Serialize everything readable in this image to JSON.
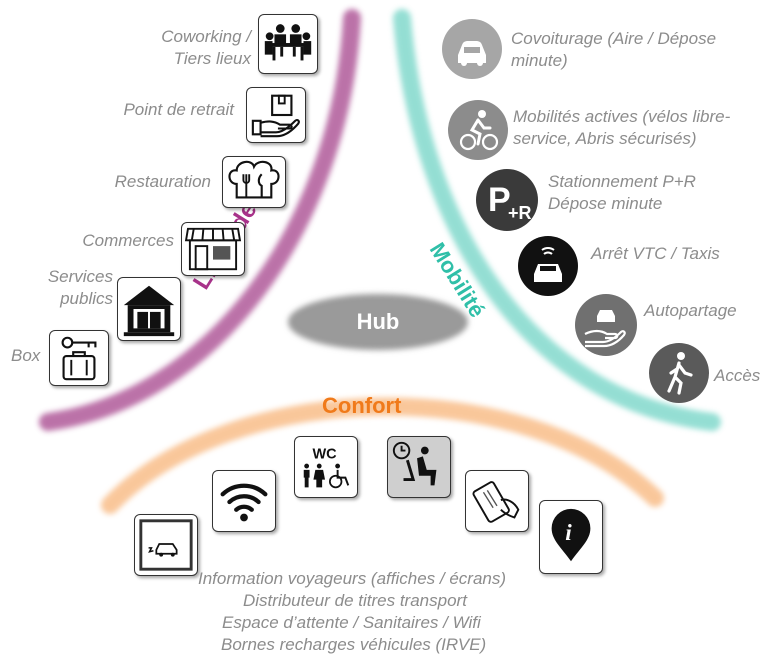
{
  "hub": {
    "label": "Hub"
  },
  "categories": {
    "lieux": {
      "label": "Lieux de vie",
      "color": "#b05a9a"
    },
    "mobilite": {
      "label": "Mobilité",
      "color": "#3ec4b0"
    },
    "confort": {
      "label": "Confort",
      "color": "#f07a1a"
    }
  },
  "lieux_items": [
    {
      "label": "Coworking /",
      "label2": "Tiers lieux",
      "icon": "coworking-icon"
    },
    {
      "label": "Point de retrait",
      "icon": "parcel-hand-icon"
    },
    {
      "label": "Restauration",
      "icon": "chef-hat-cutlery-icon"
    },
    {
      "label": "Commerces",
      "icon": "shop-icon"
    },
    {
      "label": "Services",
      "label2": "publics",
      "icon": "public-building-icon"
    },
    {
      "label": "Box",
      "icon": "luggage-locker-icon"
    }
  ],
  "mobilite_items": [
    {
      "label": "Covoiturage (Aire / Dépose",
      "label2": "minute)",
      "icon": "carpool-car-icon"
    },
    {
      "label": "Mobilités actives (vélos libre-",
      "label2": "service, Abris sécurisés)",
      "icon": "cyclist-icon"
    },
    {
      "label": "Stationnement P+R",
      "label2": "Dépose minute",
      "icon": "park-and-ride-icon"
    },
    {
      "label": "Arrêt VTC / Taxis",
      "icon": "connected-taxi-icon"
    },
    {
      "label": "Autopartage",
      "icon": "car-sharing-hand-icon"
    },
    {
      "label": "Accès",
      "icon": "pedestrian-icon"
    }
  ],
  "confort_icons": [
    {
      "icon": "ev-charging-icon"
    },
    {
      "icon": "wifi-icon"
    },
    {
      "icon": "wc-icon",
      "text": "WC"
    },
    {
      "icon": "waiting-seat-icon"
    },
    {
      "icon": "ticket-card-icon"
    },
    {
      "icon": "information-pin-icon"
    }
  ],
  "confort_lines": [
    "Information voyageurs (affiches / écrans)",
    "Distributeur de titres transport",
    "Espace d’attente / Sanitaires / Wifi",
    "Bornes recharges véhicules (IRVE)"
  ]
}
